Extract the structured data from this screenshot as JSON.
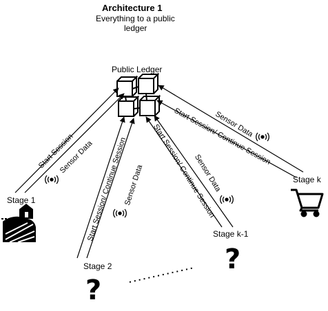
{
  "title": "Architecture 1",
  "subtitle_line1": "Everything to a public",
  "subtitle_line2": "ledger",
  "ledger_label": "Public Ledger",
  "stages": {
    "stage1": "Stage 1",
    "stage2": "Stage 2",
    "stagek1": "Stage k-1",
    "stagek": "Stage k"
  },
  "edge_labels": {
    "start_session": "Start Session",
    "sensor_data": "Sensor Data",
    "start_continue": "Start Session/ Continue Session",
    "sensor_data_2": "Sensor Data",
    "start_continue_k1": "Start Session/ Continue Session",
    "sensor_data_k1": "Sensor Data",
    "sensor_data_k": "Sensor Data",
    "start_continue_k": "Start Session/ Continue Session"
  },
  "question_mark": "?",
  "icons": [
    "blockchain-icon",
    "farm-icon",
    "shopping-cart-icon",
    "question-mark-icon",
    "wireless-signal-icon"
  ]
}
